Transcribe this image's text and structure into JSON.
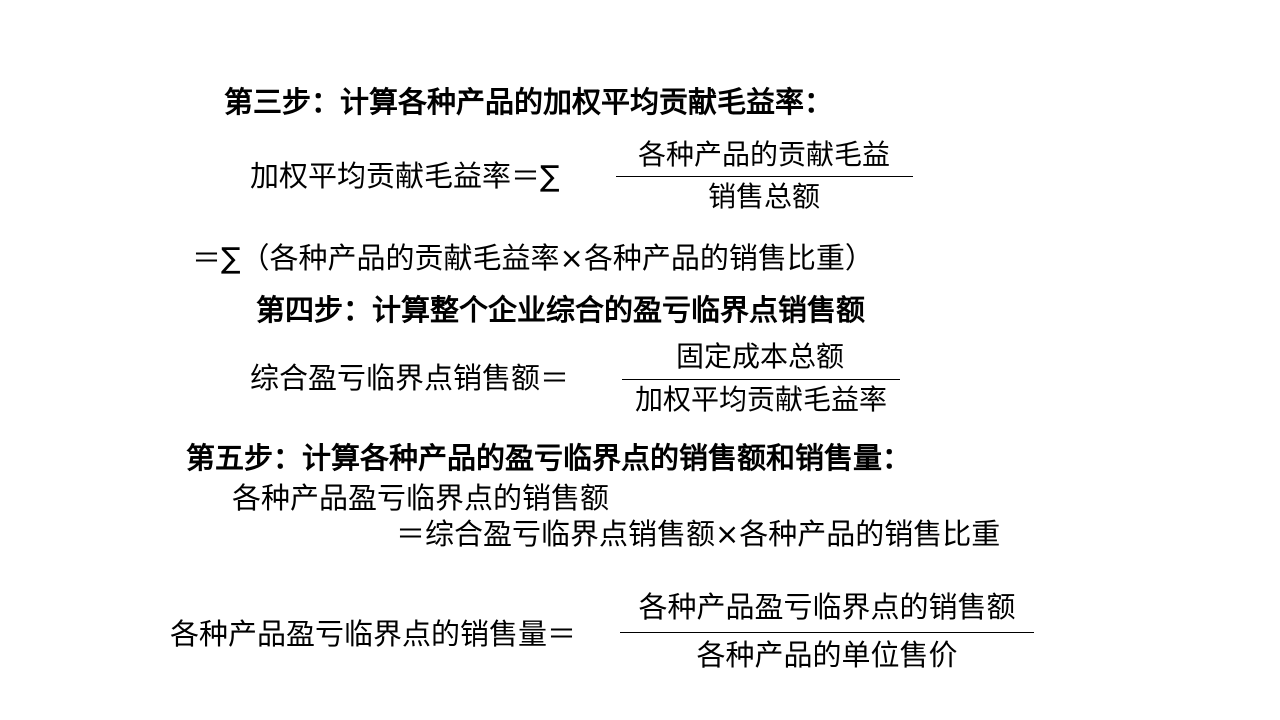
{
  "step3": {
    "heading": "第三步：计算各种产品的加权平均贡献毛益率：",
    "formula1_lhs": "加权平均贡献毛益率＝∑",
    "formula1_numerator": "各种产品的贡献毛益",
    "formula1_denominator": "销售总额",
    "formula2": "＝∑（各种产品的贡献毛益率×各种产品的销售比重）"
  },
  "step4": {
    "heading": "第四步：计算整个企业综合的盈亏临界点销售额",
    "formula_lhs": "综合盈亏临界点销售额＝",
    "formula_numerator": "固定成本总额",
    "formula_denominator": "加权平均贡献毛益率"
  },
  "step5": {
    "heading": "第五步：计算各种产品的盈亏临界点的销售额和销售量：",
    "formula1_line1": "各种产品盈亏临界点的销售额",
    "formula1_line2": "＝综合盈亏临界点销售额×各种产品的销售比重",
    "formula2_lhs": "各种产品盈亏临界点的销售量＝",
    "formula2_numerator": "各种产品盈亏临界点的销售额",
    "formula2_denominator": "各种产品的单位售价"
  }
}
